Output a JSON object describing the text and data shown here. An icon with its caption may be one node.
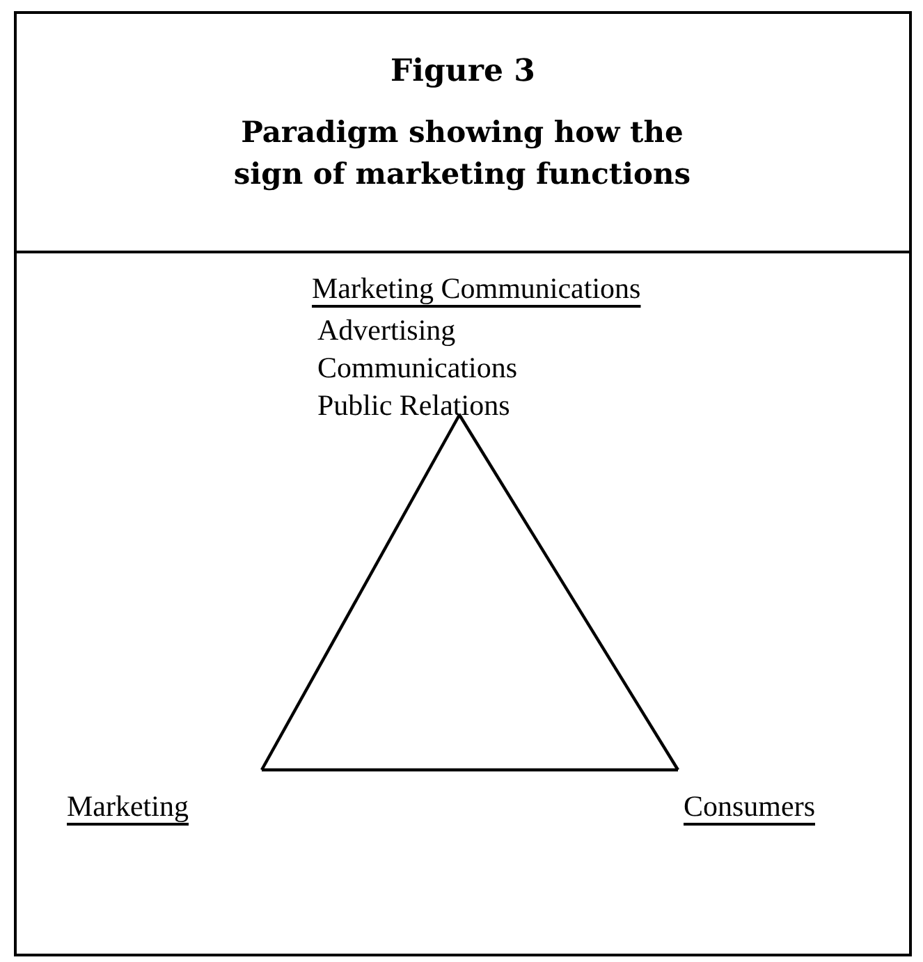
{
  "diagram": {
    "title": "Figure 3",
    "caption": "Paradigm showing how the sign of marketing functions",
    "nodes": [
      {
        "text": [
          "Marketing Communications",
          "Advertising",
          "Communications",
          "Public Relations"
        ]
      },
      {
        "text": [
          "Marketing"
        ]
      },
      {
        "text": [
          "Consumers"
        ]
      }
    ],
    "edges": [
      {
        "from": 0,
        "to": 1,
        "arrow": "none"
      },
      {
        "from": 1,
        "to": 2,
        "arrow": "none"
      },
      {
        "from": 2,
        "to": 0,
        "arrow": "none"
      }
    ]
  }
}
